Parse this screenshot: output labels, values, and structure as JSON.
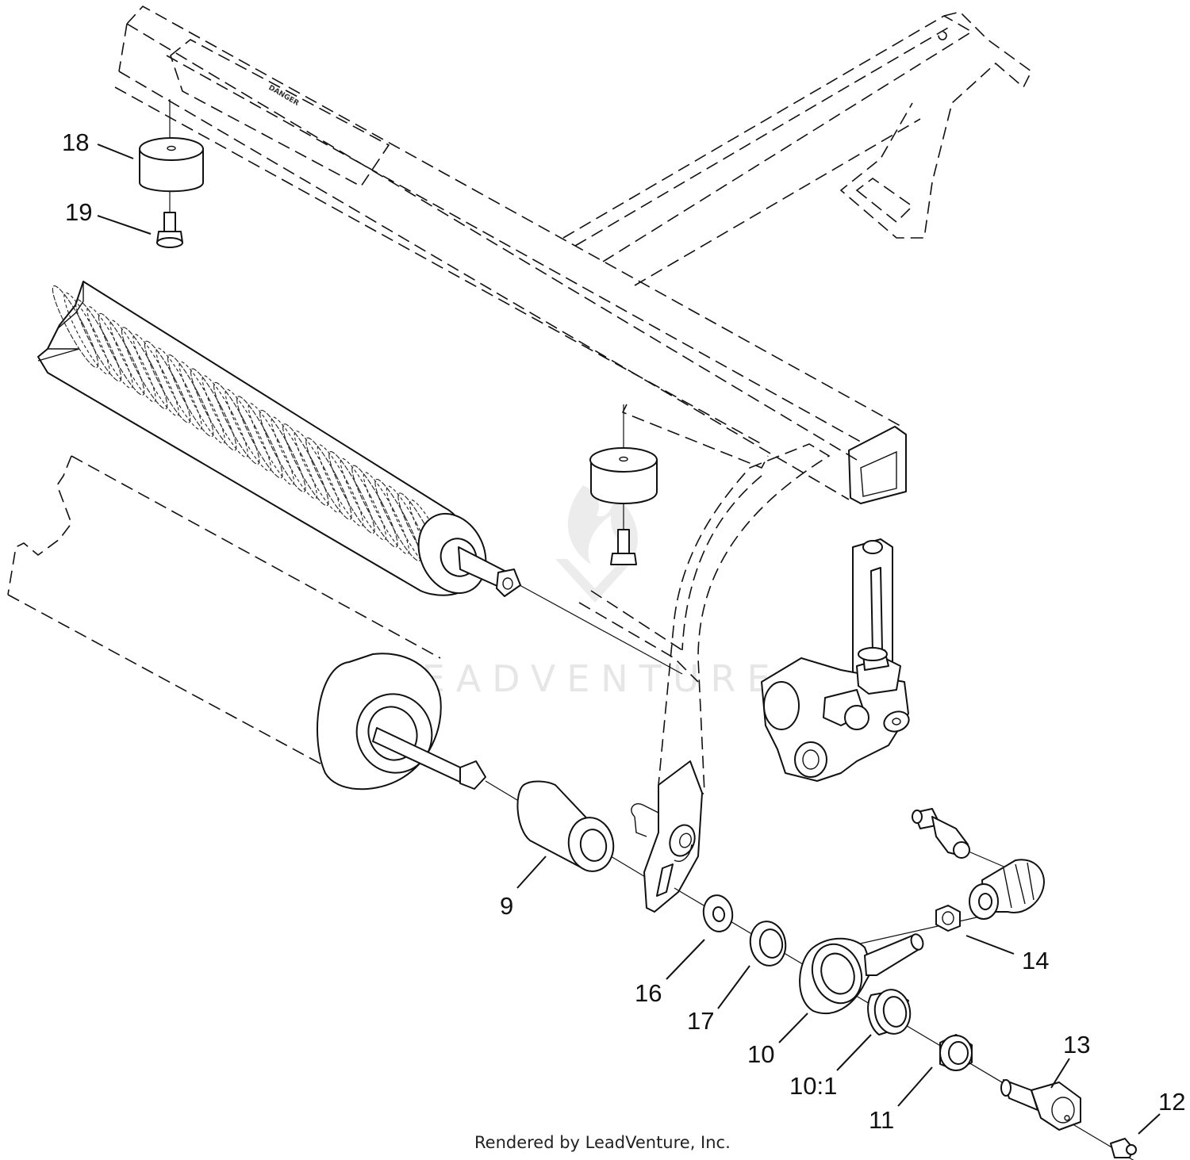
{
  "diagram": {
    "stamp_text": "DANGER",
    "watermark": "LEADVENTURE",
    "footer": "Rendered by LeadVenture, Inc.",
    "callouts": [
      {
        "id": "18",
        "label": "18"
      },
      {
        "id": "19",
        "label": "19"
      },
      {
        "id": "9",
        "label": "9"
      },
      {
        "id": "16",
        "label": "16"
      },
      {
        "id": "17",
        "label": "17"
      },
      {
        "id": "10",
        "label": "10"
      },
      {
        "id": "10-1",
        "label": "10:1"
      },
      {
        "id": "11",
        "label": "11"
      },
      {
        "id": "13",
        "label": "13"
      },
      {
        "id": "12",
        "label": "12"
      },
      {
        "id": "14",
        "label": "14"
      }
    ]
  }
}
